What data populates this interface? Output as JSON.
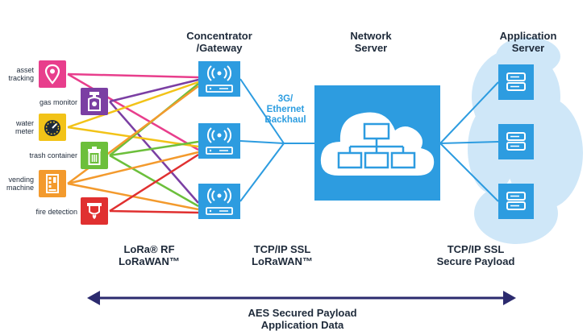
{
  "headers": {
    "concentrator": [
      "Concentrator",
      "/Gateway"
    ],
    "network_server": [
      "Network",
      "Server"
    ],
    "application_server": [
      "Application",
      "Server"
    ]
  },
  "devices": [
    {
      "label": [
        "asset",
        "tracking"
      ],
      "icon": "location-pin-icon",
      "color": "#e83e8c"
    },
    {
      "label": [
        "gas monitor"
      ],
      "icon": "gas-cylinder-icon",
      "color": "#7b3fa3"
    },
    {
      "label": [
        "water",
        "meter"
      ],
      "icon": "gauge-icon",
      "color": "#f2c318"
    },
    {
      "label": [
        "trash container"
      ],
      "icon": "trash-can-icon",
      "color": "#6cbf3b"
    },
    {
      "label": [
        "vending",
        "machine"
      ],
      "icon": "vending-machine-icon",
      "color": "#f39a2d"
    },
    {
      "label": [
        "fire detection"
      ],
      "icon": "fire-alarm-icon",
      "color": "#e03030"
    }
  ],
  "backhaul_label": [
    "3G/",
    "Ethernet",
    "Backhaul"
  ],
  "bottom_labels": {
    "radio": [
      "LoRa® RF",
      "LoRaWAN™"
    ],
    "transport": [
      "TCP/IP SSL",
      "LoRaWAN™"
    ],
    "payload": [
      "TCP/IP SSL",
      "Secure Payload"
    ]
  },
  "banner": [
    "AES Secured Payload",
    "Application Data"
  ],
  "colors": {
    "blue": "#2d9ce0",
    "cloud_bg": "#cfe7f8",
    "arrow": "#2b2a6e",
    "text": "#1e2a3a"
  }
}
